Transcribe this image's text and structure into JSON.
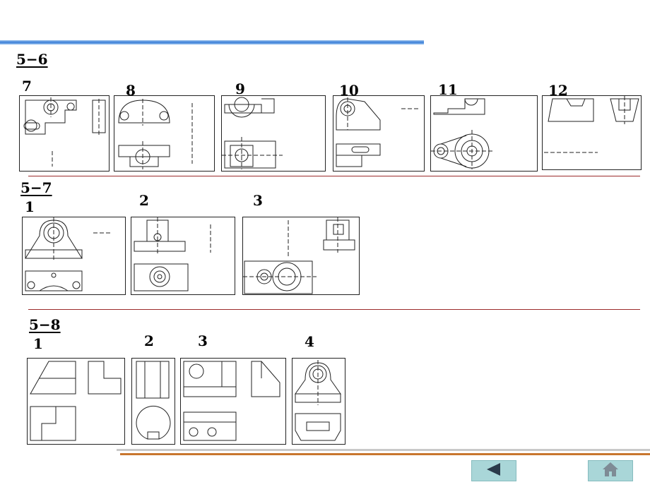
{
  "sections": [
    {
      "title": "5−6",
      "items": [
        "7",
        "8",
        "9",
        "10",
        "11",
        "12"
      ]
    },
    {
      "title": "5−7",
      "items": [
        "1",
        "2",
        "3"
      ]
    },
    {
      "title": "5−8",
      "items": [
        "1",
        "2",
        "3",
        "4"
      ]
    }
  ],
  "nav": {
    "back_icon": "triangle-left-icon",
    "home_icon": "house-icon",
    "accent": "#a9d6d8"
  },
  "colors": {
    "top_line": "#3a7fd8",
    "divider": "#9b2b2b",
    "bottom_line": "#c8762e"
  }
}
